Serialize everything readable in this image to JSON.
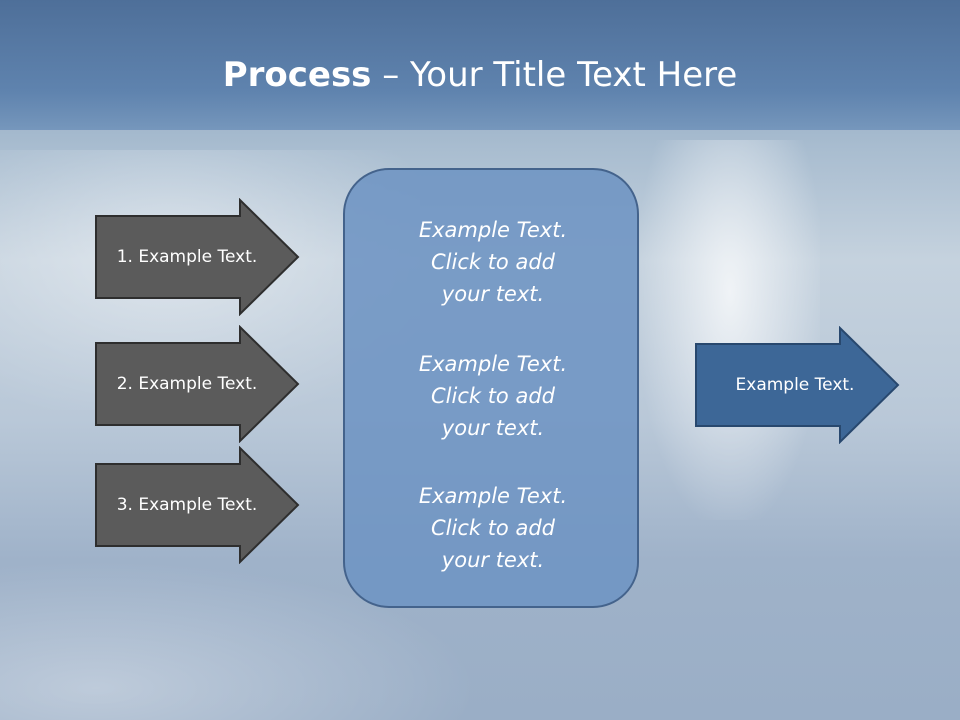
{
  "slide": {
    "title_bold": "Process",
    "title_rest": " – Your Title Text Here"
  },
  "left_arrows": [
    {
      "label": "1. Example Text."
    },
    {
      "label": "2. Example Text."
    },
    {
      "label": "3. Example Text."
    }
  ],
  "center_box": {
    "items": [
      "Example Text.\nClick  to add\nyour text.",
      "Example Text.\nClick  to add\nyour text.",
      "Example Text.\nClick  to add\nyour text."
    ]
  },
  "right_arrow": {
    "label": "Example Text."
  },
  "colors": {
    "title_band": "#5f83ae",
    "left_arrow_fill": "#5b5b5b",
    "center_box_fill": "#6e94c3",
    "right_arrow_fill": "#3d6797"
  }
}
